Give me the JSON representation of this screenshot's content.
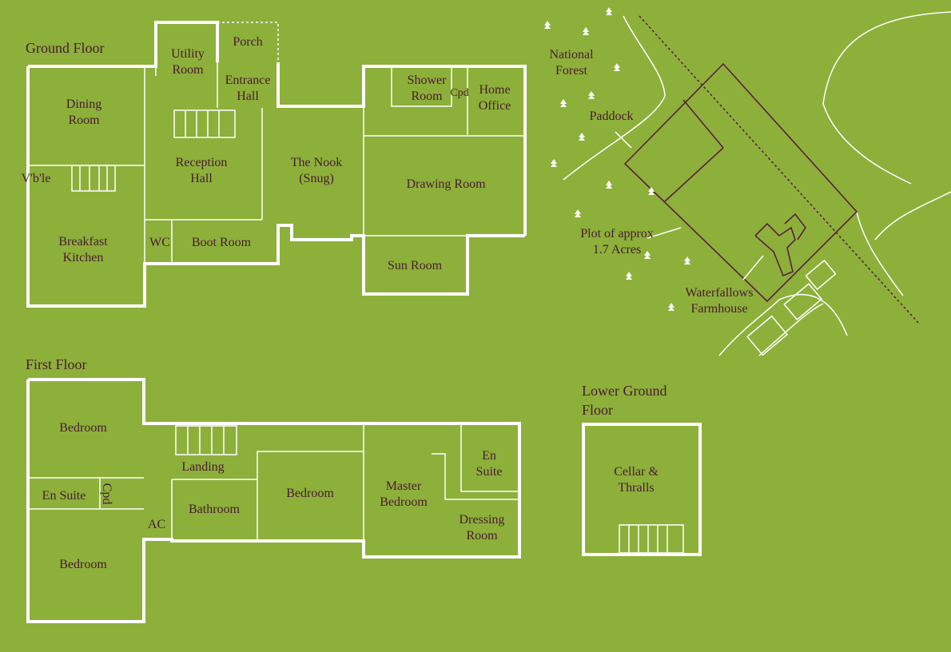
{
  "ground_floor": {
    "title": "Ground Floor",
    "rooms": [
      "Utility Room",
      "Porch",
      "Entrance Hall",
      "Dining Room",
      "V'b'le",
      "Reception Hall",
      "The Nook (Snug)",
      "Breakfast Kitchen",
      "WC",
      "Boot Room",
      "Shower Room",
      "Cpd",
      "Home Office",
      "Drawing Room",
      "Sun Room"
    ]
  },
  "first_floor": {
    "title": "First Floor",
    "rooms": [
      "Bedroom",
      "Landing",
      "En Suite",
      "Cpd",
      "AC",
      "Bathroom",
      "Bedroom",
      "Master Bedroom",
      "En Suite",
      "Dressing Room",
      "Bedroom"
    ]
  },
  "lower_ground_floor": {
    "title": "Lower Ground Floor",
    "rooms": [
      "Cellar & Thralls"
    ]
  },
  "site_plan": {
    "labels": [
      "National Forest",
      "Paddock",
      "Plot of approx 1.7 Acres",
      "Waterfallows Farmhouse"
    ]
  },
  "colors": {
    "background": "#8db03a",
    "walls": "#ffffff",
    "text": "#4a1a32",
    "boundary": "#5a1f40"
  }
}
